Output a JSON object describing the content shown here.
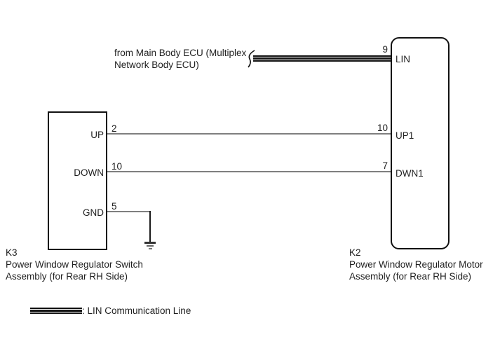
{
  "diagram": {
    "ecu_note": {
      "line1": "from Main Body ECU (Multiplex",
      "line2": "Network Body ECU)"
    },
    "left_component": {
      "id": "K3",
      "name_line1": "Power Window Regulator Switch",
      "name_line2": "Assembly (for Rear RH Side)",
      "pins": [
        {
          "label": "UP",
          "number": "2"
        },
        {
          "label": "DOWN",
          "number": "10"
        },
        {
          "label": "GND",
          "number": "5"
        }
      ]
    },
    "right_component": {
      "id": "K2",
      "name_line1": "Power Window Regulator Motor",
      "name_line2": "Assembly (for Rear RH Side)",
      "pins": [
        {
          "label": "LIN",
          "number": "9"
        },
        {
          "label": "UP1",
          "number": "10"
        },
        {
          "label": "DWN1",
          "number": "7"
        }
      ]
    },
    "legend": {
      "label": ": LIN Communication Line"
    },
    "colors": {
      "background": "#ffffff",
      "wire_gray": "#7f7f7f",
      "line_black": "#111111",
      "text": "#1f1f1f"
    }
  }
}
